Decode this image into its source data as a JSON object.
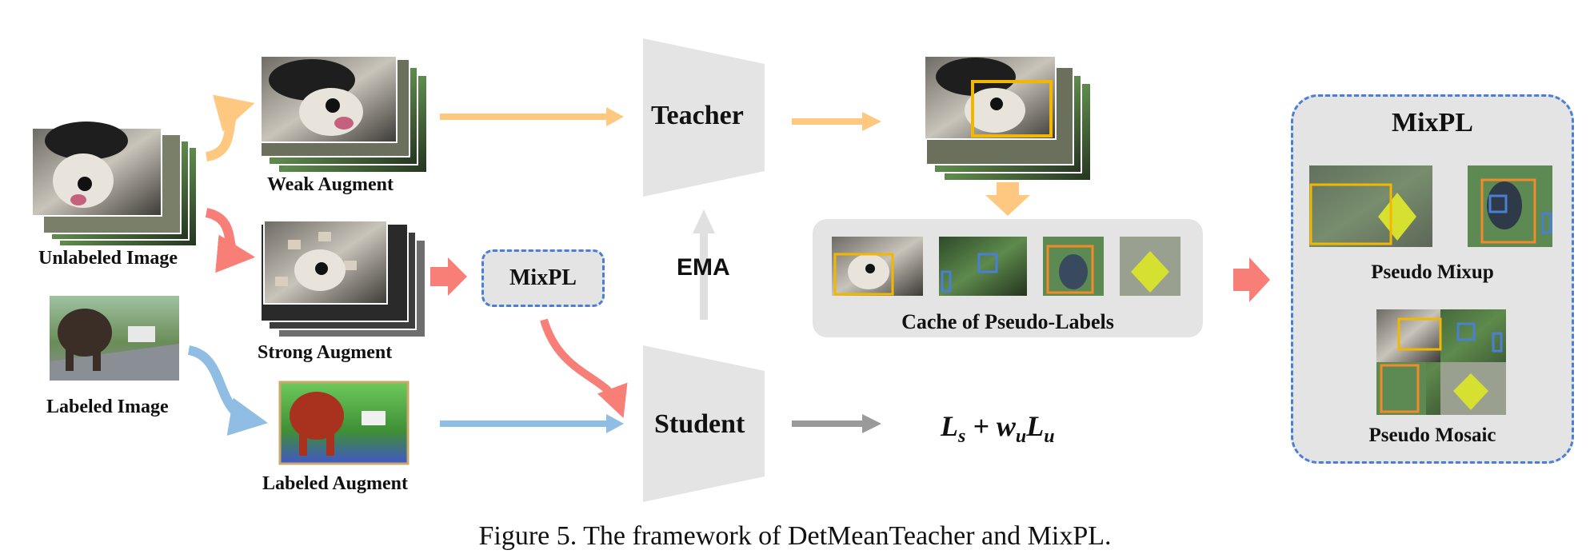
{
  "labels": {
    "unlabeled_image": "Unlabeled Image",
    "labeled_image": "Labeled Image",
    "weak_augment": "Weak Augment",
    "strong_augment": "Strong Augment",
    "labeled_augment": "Labeled Augment",
    "mixpl_small": "MixPL",
    "teacher": "Teacher",
    "student": "Student",
    "ema": "EMA",
    "cache": "Cache of Pseudo-Labels",
    "mixpl_title": "MixPL",
    "pseudo_mixup": "Pseudo Mixup",
    "pseudo_mosaic": "Pseudo Mosaic"
  },
  "formula": {
    "l": "L",
    "s": "s",
    "plus": " + ",
    "w": "w",
    "u1": "u",
    "l2": "L",
    "u2": "u"
  },
  "caption": "Figure 5. The framework of DetMeanTeacher and MixPL.",
  "colors": {
    "weak_arrow": "#ffc880",
    "strong_arrow": "#f87f78",
    "labeled_arrow": "#8fbde3",
    "student_arrow": "#9a9a9a",
    "ema_arrow": "#e0e0e0",
    "network_shape": "#e4e4e4",
    "dashed_border": "#4a7fd4",
    "box_yellow": "#f2b800",
    "box_blue": "#4a7fd4",
    "box_orange": "#f28a2a"
  }
}
